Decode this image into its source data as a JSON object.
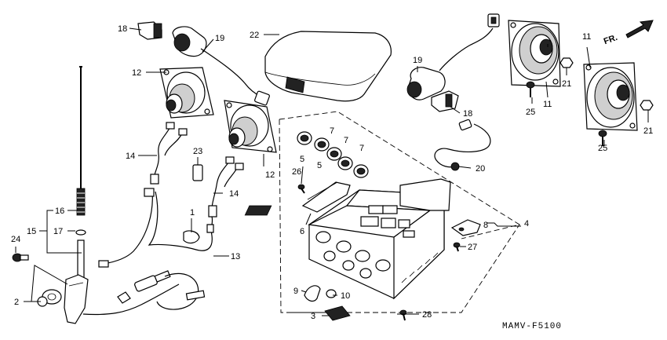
{
  "diagram": {
    "code": "MAMV-F5100",
    "front_indicator": "FR.",
    "callouts": [
      "1",
      "2",
      "3",
      "4",
      "5",
      "6",
      "7",
      "8",
      "9",
      "10",
      "11",
      "12",
      "13",
      "14",
      "15",
      "16",
      "17",
      "18",
      "19",
      "20",
      "21",
      "22",
      "23",
      "24",
      "25",
      "26",
      "27",
      "28"
    ]
  }
}
